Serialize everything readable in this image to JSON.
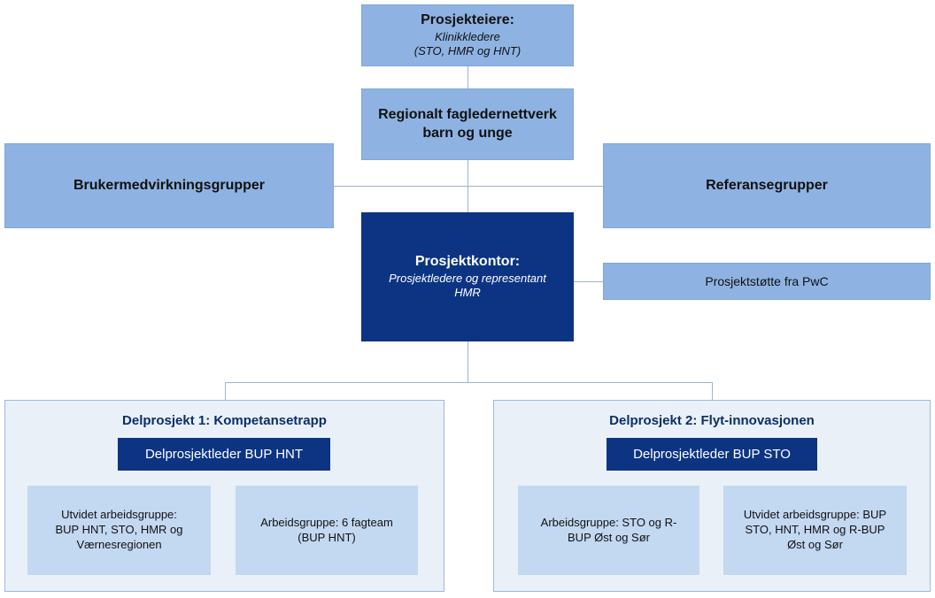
{
  "owners": {
    "title": "Prosjekteiere:",
    "line1": "Klinikkledere",
    "line2": "(STO, HMR og HNT)"
  },
  "network": {
    "line1": "Regionalt fagledernettverk",
    "line2": "barn og unge"
  },
  "user_groups": {
    "label": "Brukermedvirkningsgrupper"
  },
  "reference_groups": {
    "label": "Referansegrupper"
  },
  "office": {
    "title": "Prosjektkontor:",
    "line1": "Prosjektledere og representant",
    "line2": "HMR"
  },
  "support": {
    "label": "Prosjektstøtte fra PwC"
  },
  "sub1": {
    "title": "Delprosjekt 1: Kompetansetrapp",
    "lead": "Delprosjektleder BUP HNT",
    "groups": [
      {
        "lines": [
          "Utvidet arbeidsgruppe:",
          "BUP HNT, STO, HMR og",
          "Værnesregionen"
        ]
      },
      {
        "lines": [
          "Arbeidsgruppe: 6 fagteam",
          "(BUP HNT)"
        ]
      }
    ]
  },
  "sub2": {
    "title": "Delprosjekt 2: Flyt-innovasjonen",
    "lead": "Delprosjektleder BUP STO",
    "groups": [
      {
        "lines": [
          "Arbeidsgruppe: STO og R-",
          "BUP Øst og Sør"
        ]
      },
      {
        "lines": [
          "Utvidet arbeidsgruppe: BUP",
          "STO, HNT, HMR og R-BUP",
          "Øst og Sør"
        ]
      }
    ]
  }
}
